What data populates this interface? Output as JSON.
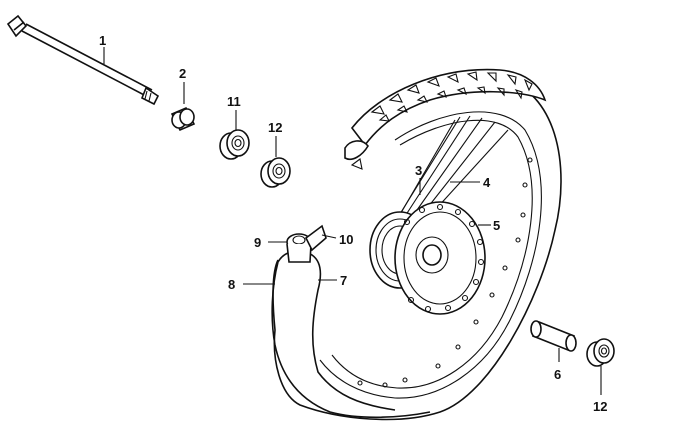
{
  "callouts": {
    "axle": "1",
    "side_collar": "2",
    "spokes_inner": "3",
    "spokes_outer": "4",
    "hub": "5",
    "distance_collar": "6",
    "tube": "7",
    "tire": "8",
    "valve": "9",
    "valve_nut": "10",
    "bearing_left": "11",
    "bearing_right_top": "12",
    "bearing_right_bottom": "12"
  }
}
